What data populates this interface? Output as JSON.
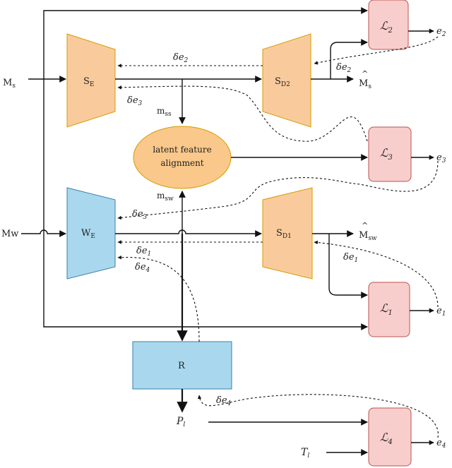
{
  "colors": {
    "encoder_orange": "#f9cb9c",
    "encoder_orange_stroke": "#d79b00",
    "encoder_blue": "#a9d8ee",
    "encoder_blue_stroke": "#3a7fa8",
    "loss_pink": "#f8cecc",
    "loss_pink_stroke": "#b85450",
    "ellipse_fill": "#f9c88a"
  },
  "inputs": {
    "ms_base": "M",
    "ms_sub": "s",
    "mw_base": "Mw",
    "tl_base": "T",
    "tl_sub": "l"
  },
  "blocks": {
    "se_base": "S",
    "se_sub": "E",
    "sd2_base": "S",
    "sd2_sub": "D2",
    "we_base": "W",
    "we_sub": "E",
    "sd1_base": "S",
    "sd1_sub": "D1",
    "r_label": "R",
    "align_line1": "latent feature",
    "align_line2": "alignment"
  },
  "losses": {
    "l2_base": "ℒ",
    "l2_sub": "2",
    "l3_base": "ℒ",
    "l3_sub": "3",
    "l1_base": "ℒ",
    "l1_sub": "1",
    "l4_base": "ℒ",
    "l4_sub": "4"
  },
  "errors": {
    "e2_base": "e",
    "e2_sub": "2",
    "e3_base": "e",
    "e3_sub": "3",
    "e1_base": "e",
    "e1_sub": "1",
    "e4_base": "e",
    "e4_sub": "4"
  },
  "gradients": {
    "de2a_base": "δe",
    "de2a_sub": "2",
    "de2b_base": "δe",
    "de2b_sub": "2",
    "de3a_base": "δe",
    "de3a_sub": "3",
    "de3b_base": "δe",
    "de3b_sub": "3",
    "de1a_base": "δe",
    "de1a_sub": "1",
    "de1b_base": "δe",
    "de1b_sub": "1",
    "de4a_base": "δe",
    "de4a_sub": "4",
    "de4b_base": "δe",
    "de4b_sub": "4"
  },
  "outputs": {
    "mss_base": "m",
    "mss_sub": "ss",
    "msw_base": "m",
    "msw_sub": "sw",
    "ms_hat_base": "M",
    "ms_hat_sub": "s",
    "msw_hat_base": "M",
    "msw_hat_sub": "sw",
    "hat_mark": "^",
    "pl_base": "P",
    "pl_sub": "l"
  }
}
